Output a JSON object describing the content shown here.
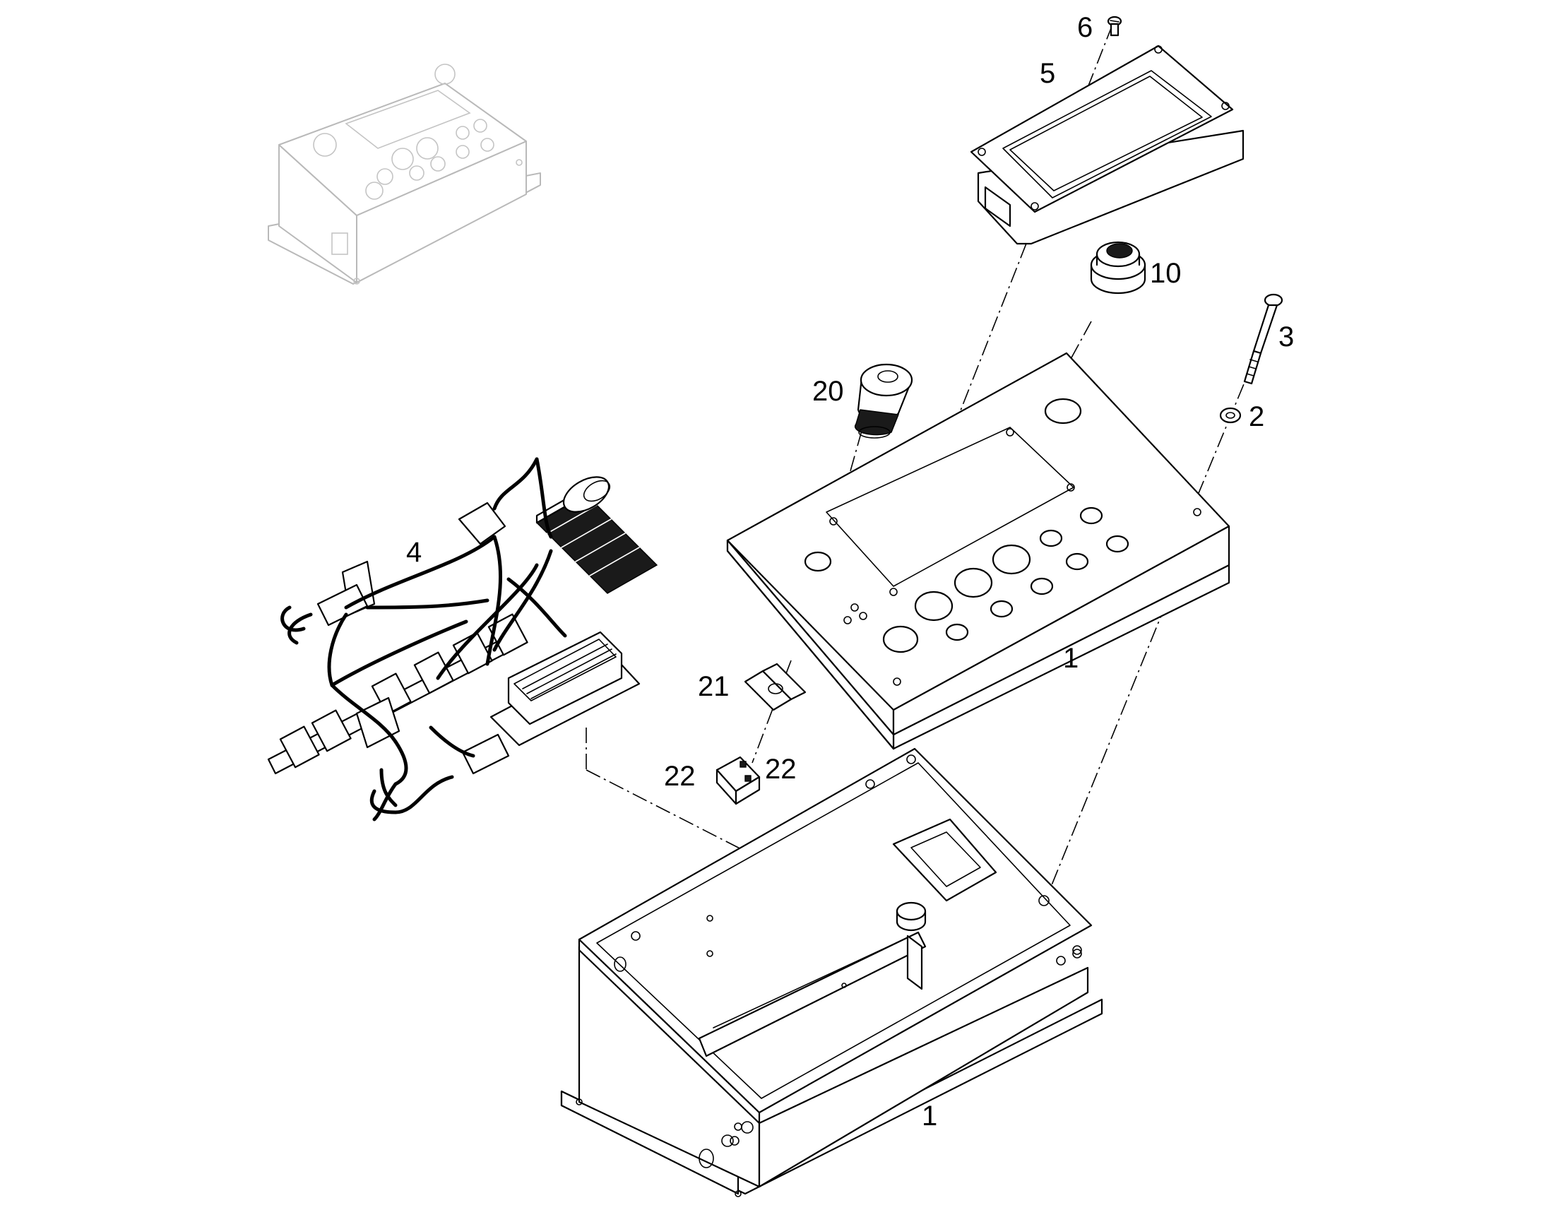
{
  "callouts": {
    "c6": "6",
    "c5": "5",
    "c10": "10",
    "c3": "3",
    "c2": "2",
    "c20": "20",
    "c4": "4",
    "c1_cover": "1",
    "c21": "21",
    "c22_left": "22",
    "c22_right": "22",
    "c1_housing": "1"
  },
  "colors": {
    "line": "#000000",
    "ghost": "#b9b9b9",
    "background": "#ffffff"
  }
}
